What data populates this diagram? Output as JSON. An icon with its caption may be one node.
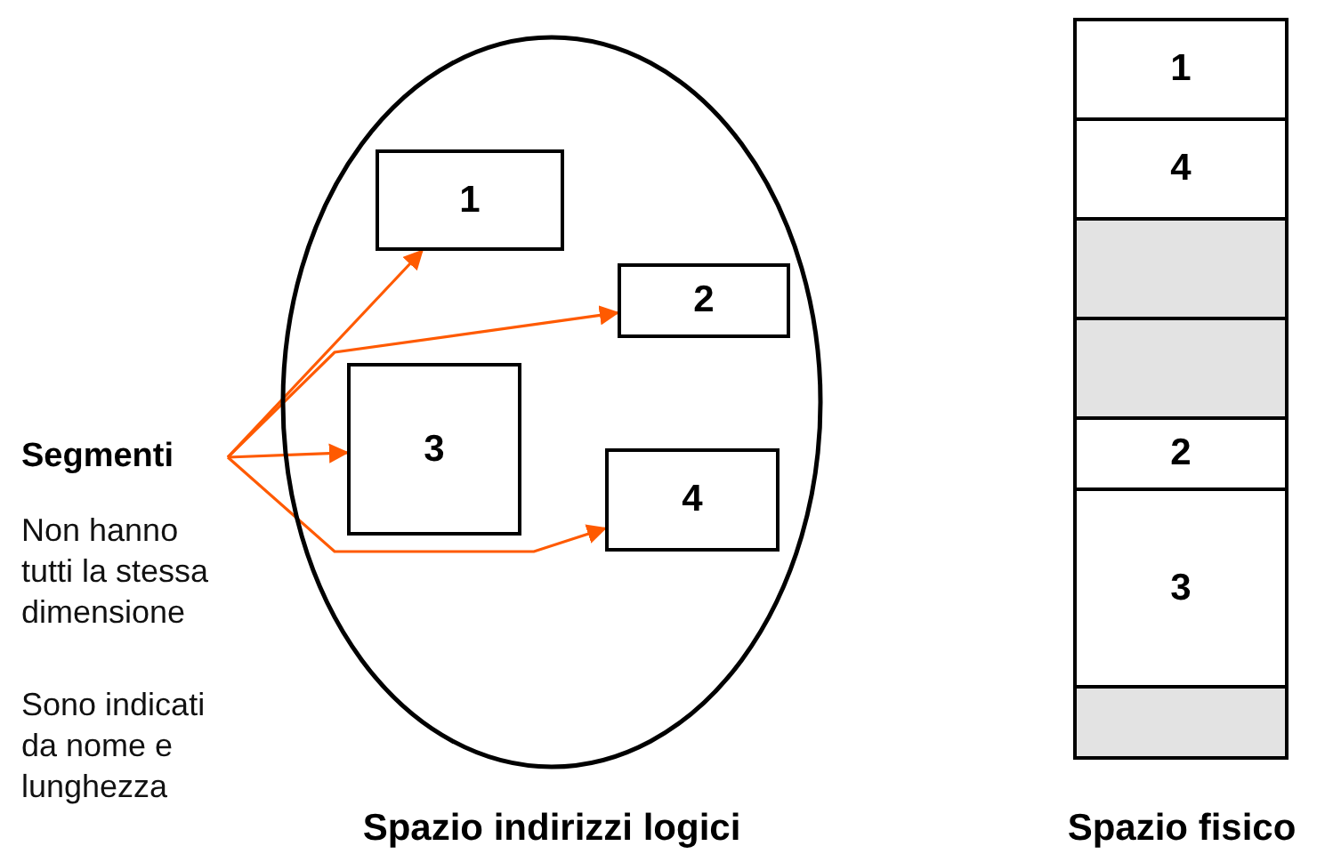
{
  "diagram": {
    "nodes": [
      {
        "text": [
          "Spazio indirizzi logici"
        ]
      },
      {
        "text": [
          "1"
        ],
        "in": 0
      },
      {
        "text": [
          "2"
        ],
        "in": 0
      },
      {
        "text": [
          "3"
        ],
        "in": 0
      },
      {
        "text": [
          "4"
        ],
        "in": 0
      },
      {
        "text": [
          "Segmenti"
        ]
      },
      {
        "text": [
          "Spazio fisico"
        ]
      },
      {
        "text": [
          "1"
        ],
        "in": 6
      },
      {
        "text": [
          "4"
        ],
        "in": 6
      },
      {
        "text": [],
        "shape": "box",
        "in": 6
      },
      {
        "text": [],
        "shape": "box",
        "in": 6
      },
      {
        "text": [
          "2"
        ],
        "in": 6
      },
      {
        "text": [
          "3"
        ],
        "in": 6
      },
      {
        "text": [],
        "shape": "box",
        "in": 6
      }
    ],
    "edges": [
      {
        "from": 5,
        "to": 1,
        "arrow": "to",
        "color": "#ff5a00"
      },
      {
        "from": 5,
        "to": 2,
        "arrow": "to",
        "color": "#ff5a00"
      },
      {
        "from": 5,
        "to": 3,
        "arrow": "to",
        "color": "#ff5a00"
      },
      {
        "from": 5,
        "to": 4,
        "arrow": "to",
        "color": "#ff5a00"
      }
    ],
    "labels": [
      "Non hanno tutti la stessa dimensione",
      "Sono indicati da nome e lunghezza"
    ]
  }
}
